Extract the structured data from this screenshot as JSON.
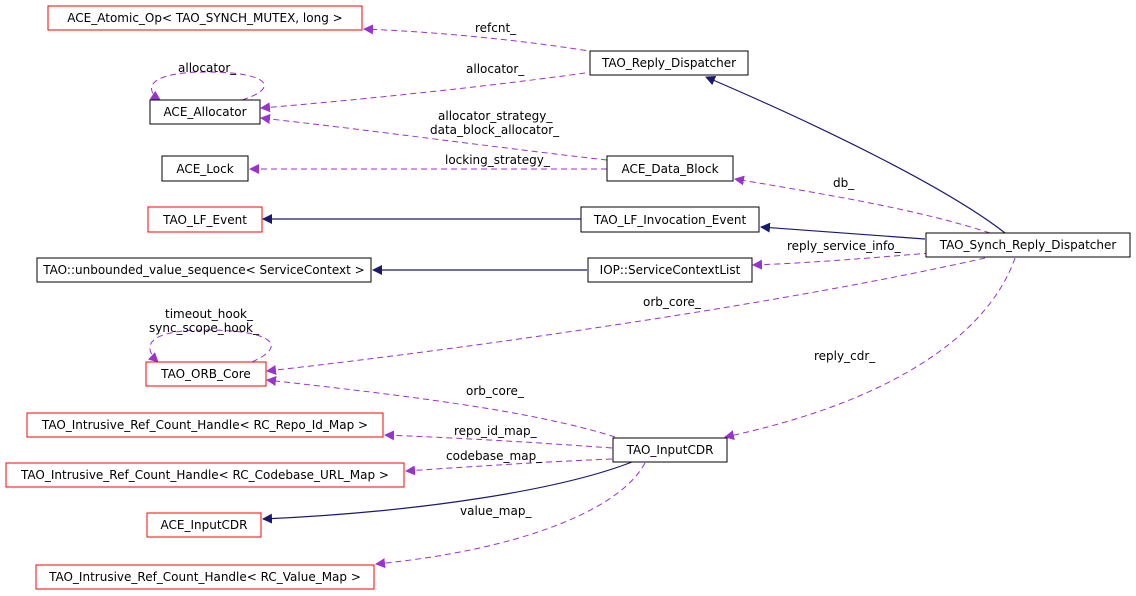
{
  "colors": {
    "normal_border": "#000000",
    "undocumented_border": "#ff0000",
    "focus_fill": "#bfbfbf",
    "inheritance": "#191970",
    "usage": "#9a32cd"
  },
  "nodes": {
    "ace_atomic_op": "ACE_Atomic_Op< TAO_SYNCH_MUTEX, long >",
    "tao_reply_dispatcher": "TAO_Reply_Dispatcher",
    "ace_allocator": "ACE_Allocator",
    "ace_lock": "ACE_Lock",
    "ace_data_block": "ACE_Data_Block",
    "tao_lf_event": "TAO_LF_Event",
    "tao_lf_invocation_event": "TAO_LF_Invocation_Event",
    "tao_synch_reply_dispatcher": "TAO_Synch_Reply_Dispatcher",
    "tao_unbounded_sequence": "TAO::unbounded_value_sequence< ServiceContext >",
    "iop_service_context_list": "IOP::ServiceContextList",
    "tao_orb_core": "TAO_ORB_Core",
    "ref_repo_id_map": "TAO_Intrusive_Ref_Count_Handle< RC_Repo_Id_Map >",
    "ref_codebase_url_map": "TAO_Intrusive_Ref_Count_Handle< RC_Codebase_URL_Map >",
    "tao_input_cdr": "TAO_InputCDR",
    "ace_input_cdr": "ACE_InputCDR",
    "ref_value_map": "TAO_Intrusive_Ref_Count_Handle< RC_Value_Map >"
  },
  "edge_labels": {
    "refcnt": "refcnt_",
    "allocator_self": "allocator_",
    "allocator": "allocator_",
    "allocator_strategy": "allocator_strategy_",
    "data_block_allocator": "data_block_allocator_",
    "locking_strategy": "locking_strategy_",
    "db": "db_",
    "reply_service_info": "reply_service_info_",
    "orb_core_top": "orb_core_",
    "timeout_hook": "timeout_hook_",
    "sync_scope_hook": "sync_scope_hook_",
    "reply_cdr": "reply_cdr_",
    "orb_core_bottom": "orb_core_",
    "repo_id_map": "repo_id_map_",
    "codebase_map": "codebase_map_",
    "value_map": "value_map_"
  }
}
